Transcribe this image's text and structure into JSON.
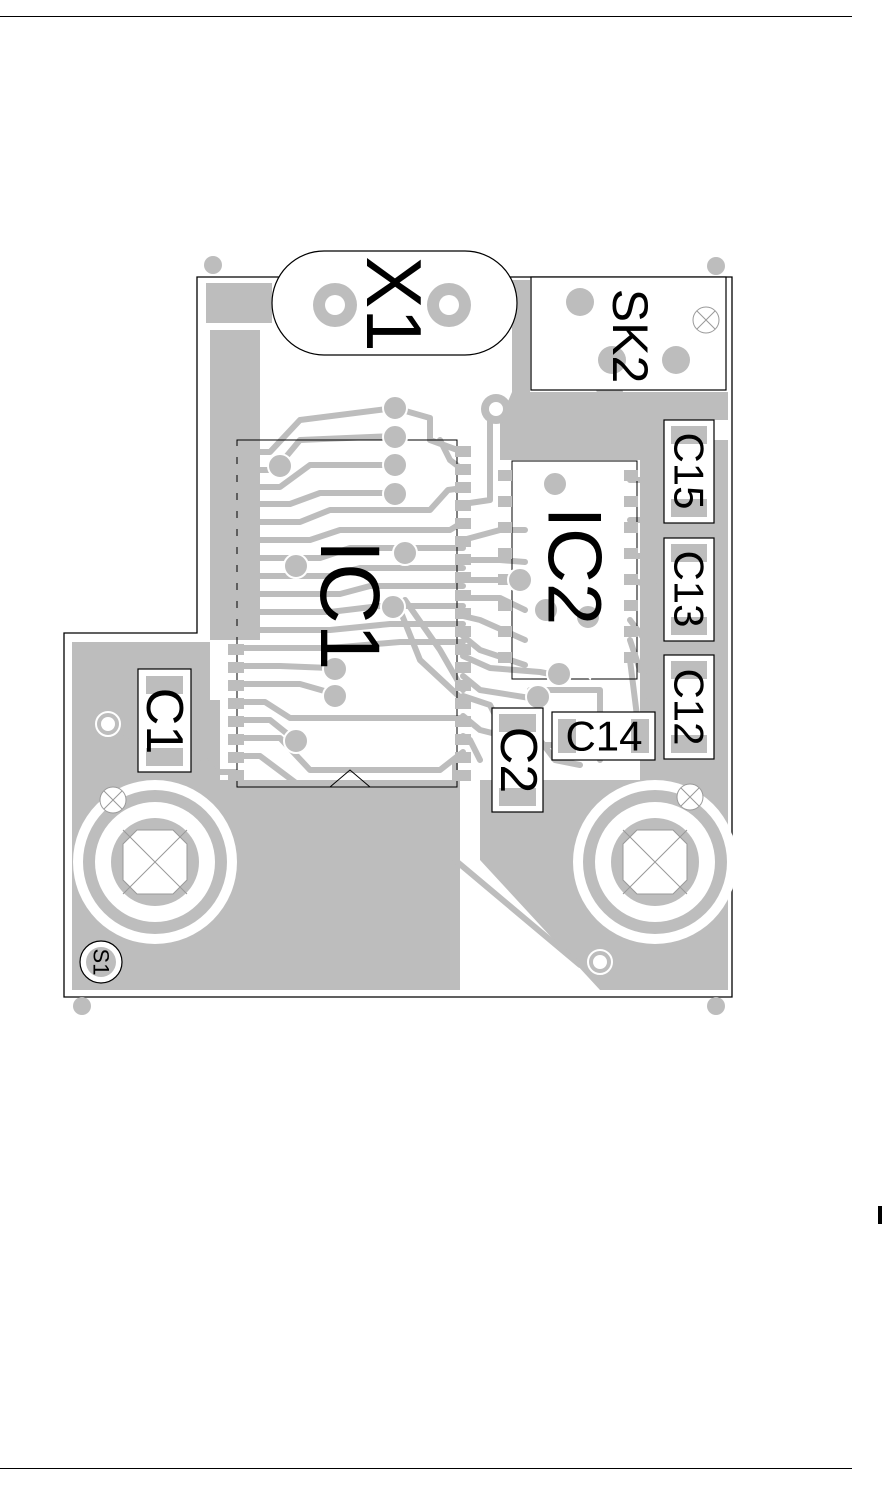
{
  "board": {
    "colors": {
      "copper": "#bdbdbd",
      "background": "#ffffff",
      "ink": "#000000"
    },
    "labels": {
      "x1": "X1",
      "sk2": "SK2",
      "ic1": "IC1",
      "ic2": "IC2",
      "c1": "C1",
      "c2": "C2",
      "c12": "C12",
      "c13": "C13",
      "c14": "C14",
      "c15": "C15",
      "s1": "S1"
    }
  }
}
